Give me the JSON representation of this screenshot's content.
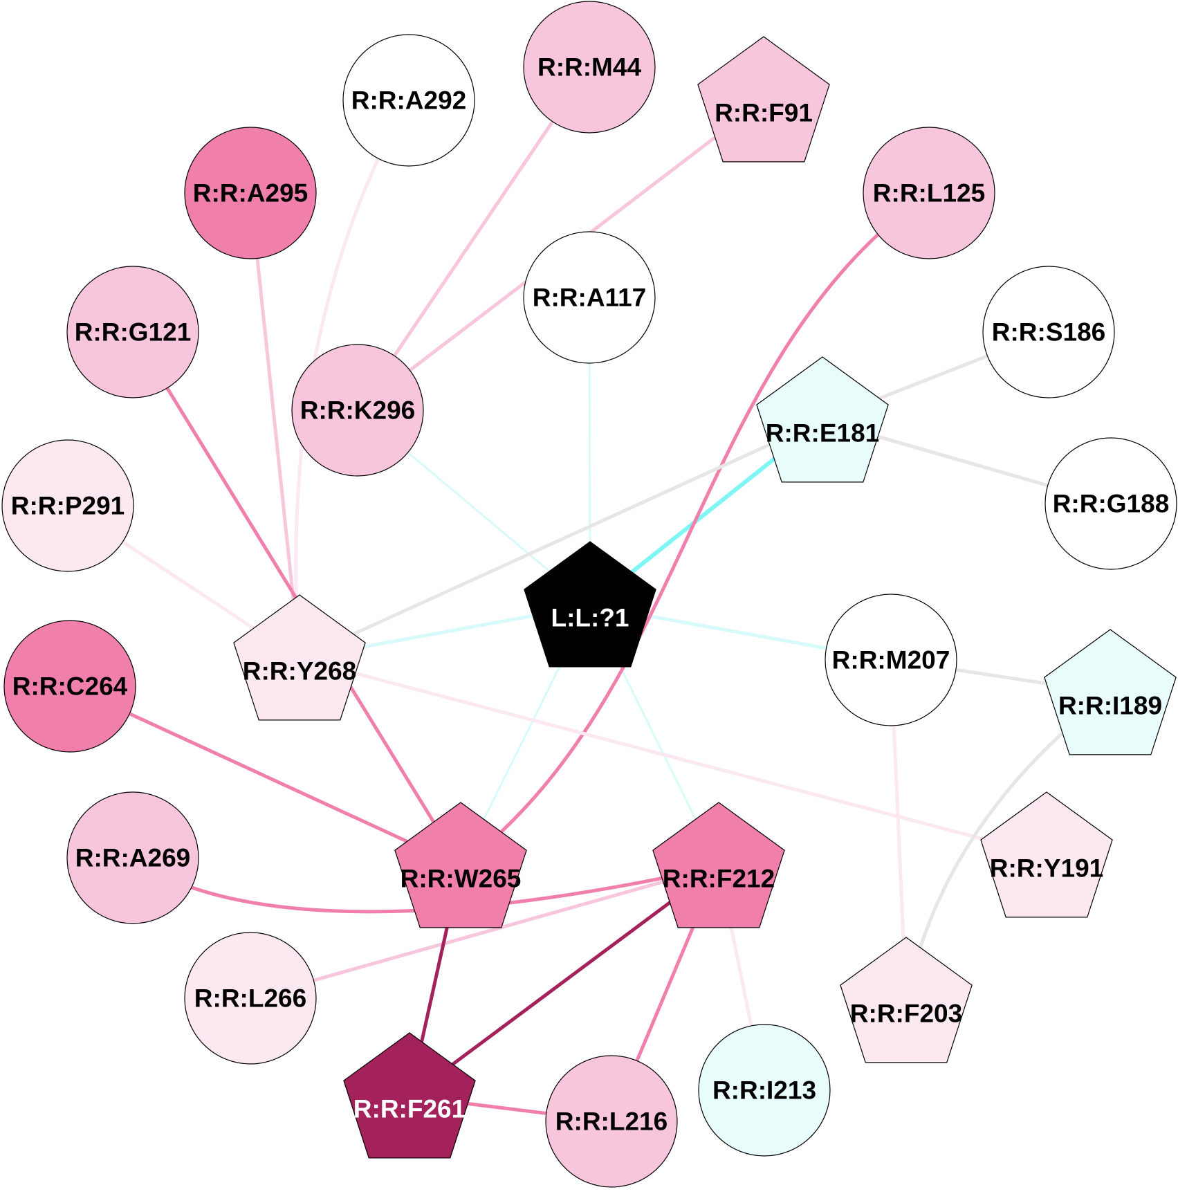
{
  "colors": {
    "black": "#000000",
    "magenta_dark": "#a3225c",
    "pink_strong": "#f07fab",
    "pink_medium": "#f8c6dc",
    "pink_light": "#fbe8f1",
    "cyan_light": "#e8fcfc",
    "white": "#ffffff",
    "edge_gray": "#e6e6e6",
    "edge_cyan": "#7ff5f5",
    "edge_cyan_light": "#d8fafa"
  },
  "nodes": [
    {
      "id": "lig",
      "label": "L:L:?1",
      "shape": "pentagon",
      "fill": "black",
      "text": "white"
    },
    {
      "id": "A292",
      "label": "R:R:A292",
      "shape": "circle",
      "fill": "white",
      "text": "black"
    },
    {
      "id": "M44",
      "label": "R:R:M44",
      "shape": "circle",
      "fill": "pink_medium",
      "text": "black"
    },
    {
      "id": "F91",
      "label": "R:R:F91",
      "shape": "pentagon",
      "fill": "pink_medium",
      "text": "black"
    },
    {
      "id": "A295",
      "label": "R:R:A295",
      "shape": "circle",
      "fill": "pink_strong",
      "text": "black"
    },
    {
      "id": "L125",
      "label": "R:R:L125",
      "shape": "circle",
      "fill": "pink_medium",
      "text": "black"
    },
    {
      "id": "A117",
      "label": "R:R:A117",
      "shape": "circle",
      "fill": "white",
      "text": "black"
    },
    {
      "id": "G121",
      "label": "R:R:G121",
      "shape": "circle",
      "fill": "pink_medium",
      "text": "black"
    },
    {
      "id": "K296",
      "label": "R:R:K296",
      "shape": "circle",
      "fill": "pink_medium",
      "text": "black"
    },
    {
      "id": "S186",
      "label": "R:R:S186",
      "shape": "circle",
      "fill": "white",
      "text": "black"
    },
    {
      "id": "E181",
      "label": "R:R:E181",
      "shape": "pentagon",
      "fill": "cyan_light",
      "text": "black"
    },
    {
      "id": "P291",
      "label": "R:R:P291",
      "shape": "circle",
      "fill": "pink_light",
      "text": "black"
    },
    {
      "id": "G188",
      "label": "R:R:G188",
      "shape": "circle",
      "fill": "white",
      "text": "black"
    },
    {
      "id": "Y268",
      "label": "R:R:Y268",
      "shape": "pentagon",
      "fill": "pink_light",
      "text": "black"
    },
    {
      "id": "M207",
      "label": "R:R:M207",
      "shape": "circle",
      "fill": "white",
      "text": "black"
    },
    {
      "id": "C264",
      "label": "R:R:C264",
      "shape": "circle",
      "fill": "pink_strong",
      "text": "black"
    },
    {
      "id": "I189",
      "label": "R:R:I189",
      "shape": "pentagon",
      "fill": "cyan_light",
      "text": "black"
    },
    {
      "id": "A269",
      "label": "R:R:A269",
      "shape": "circle",
      "fill": "pink_medium",
      "text": "black"
    },
    {
      "id": "W265",
      "label": "R:R:W265",
      "shape": "pentagon",
      "fill": "pink_strong",
      "text": "black"
    },
    {
      "id": "F212",
      "label": "R:R:F212",
      "shape": "pentagon",
      "fill": "pink_strong",
      "text": "black"
    },
    {
      "id": "Y191",
      "label": "R:R:Y191",
      "shape": "pentagon",
      "fill": "pink_light",
      "text": "black"
    },
    {
      "id": "L266",
      "label": "R:R:L266",
      "shape": "circle",
      "fill": "pink_light",
      "text": "black"
    },
    {
      "id": "F203",
      "label": "R:R:F203",
      "shape": "pentagon",
      "fill": "pink_light",
      "text": "black"
    },
    {
      "id": "F261",
      "label": "R:R:F261",
      "shape": "pentagon",
      "fill": "magenta_dark",
      "text": "white"
    },
    {
      "id": "L216",
      "label": "R:R:L216",
      "shape": "circle",
      "fill": "pink_medium",
      "text": "black"
    },
    {
      "id": "I213",
      "label": "R:R:I213",
      "shape": "circle",
      "fill": "cyan_light",
      "text": "black"
    }
  ],
  "edges": [
    {
      "from": "lig",
      "to": "A117",
      "color": "edge_cyan_light",
      "width": "thin"
    },
    {
      "from": "lig",
      "to": "K296",
      "color": "edge_cyan_light",
      "width": "thin"
    },
    {
      "from": "lig",
      "to": "E181",
      "color": "edge_cyan",
      "width": "thick"
    },
    {
      "from": "lig",
      "to": "Y268",
      "color": "edge_cyan_light",
      "width": "medium"
    },
    {
      "from": "lig",
      "to": "M207",
      "color": "edge_cyan_light",
      "width": "medium"
    },
    {
      "from": "lig",
      "to": "W265",
      "color": "edge_cyan_light",
      "width": "thin"
    },
    {
      "from": "lig",
      "to": "F212",
      "color": "edge_cyan_light",
      "width": "thin"
    },
    {
      "from": "A292",
      "to": "Y268",
      "color": "pink_light",
      "width": "medium",
      "curve": "a292"
    },
    {
      "from": "M44",
      "to": "K296",
      "color": "pink_medium",
      "width": "medium"
    },
    {
      "from": "F91",
      "to": "K296",
      "color": "pink_medium",
      "width": "medium"
    },
    {
      "from": "A295",
      "to": "Y268",
      "color": "pink_medium",
      "width": "medium"
    },
    {
      "from": "L125",
      "to": "W265",
      "color": "pink_strong",
      "width": "medium",
      "curve": "l125"
    },
    {
      "from": "G121",
      "to": "W265",
      "color": "pink_strong",
      "width": "medium"
    },
    {
      "from": "S186",
      "to": "E181",
      "color": "edge_gray",
      "width": "medium"
    },
    {
      "from": "E181",
      "to": "G188",
      "color": "edge_gray",
      "width": "medium"
    },
    {
      "from": "E181",
      "to": "Y268",
      "color": "edge_gray",
      "width": "medium"
    },
    {
      "from": "P291",
      "to": "Y268",
      "color": "pink_light",
      "width": "medium"
    },
    {
      "from": "Y268",
      "to": "Y191",
      "color": "pink_light",
      "width": "medium"
    },
    {
      "from": "M207",
      "to": "I189",
      "color": "edge_gray",
      "width": "medium"
    },
    {
      "from": "M207",
      "to": "F203",
      "color": "pink_light",
      "width": "medium"
    },
    {
      "from": "I189",
      "to": "F203",
      "color": "edge_gray",
      "width": "medium",
      "curve": "i189"
    },
    {
      "from": "C264",
      "to": "W265",
      "color": "pink_strong",
      "width": "medium"
    },
    {
      "from": "A269",
      "to": "F212",
      "color": "pink_strong",
      "width": "medium",
      "curve": "a269"
    },
    {
      "from": "L266",
      "to": "F212",
      "color": "pink_medium",
      "width": "medium"
    },
    {
      "from": "W265",
      "to": "F261",
      "color": "magenta_dark",
      "width": "medium"
    },
    {
      "from": "F212",
      "to": "F261",
      "color": "magenta_dark",
      "width": "medium"
    },
    {
      "from": "F212",
      "to": "L216",
      "color": "pink_strong",
      "width": "medium"
    },
    {
      "from": "F212",
      "to": "I213",
      "color": "pink_light",
      "width": "medium"
    },
    {
      "from": "F261",
      "to": "L216",
      "color": "pink_strong",
      "width": "medium"
    }
  ]
}
